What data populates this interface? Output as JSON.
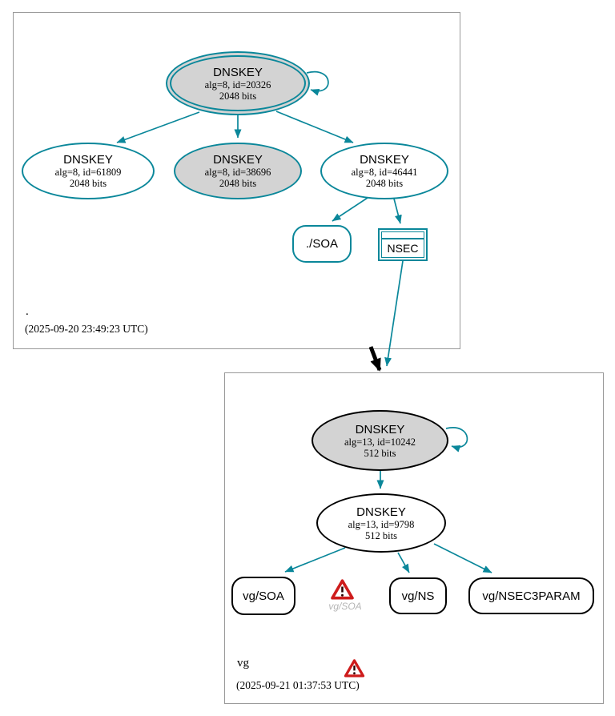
{
  "zones": {
    "root": {
      "label": ".",
      "timestamp": "(2025-09-20 23:49:23 UTC)",
      "nodes": {
        "ksk": {
          "type": "DNSKEY",
          "detail": "alg=8, id=20326",
          "size": "2048 bits"
        },
        "zsk_61809": {
          "type": "DNSKEY",
          "detail": "alg=8, id=61809",
          "size": "2048 bits"
        },
        "zsk_38696": {
          "type": "DNSKEY",
          "detail": "alg=8, id=38696",
          "size": "2048 bits"
        },
        "zsk_46441": {
          "type": "DNSKEY",
          "detail": "alg=8, id=46441",
          "size": "2048 bits"
        },
        "soa": {
          "label": "./SOA"
        },
        "nsec": {
          "label": "NSEC"
        }
      }
    },
    "vg": {
      "label": "vg",
      "timestamp": "(2025-09-21 01:37:53 UTC)",
      "nodes": {
        "ksk": {
          "type": "DNSKEY",
          "detail": "alg=13, id=10242",
          "size": "512 bits"
        },
        "zsk": {
          "type": "DNSKEY",
          "detail": "alg=13, id=9798",
          "size": "512 bits"
        },
        "soa": {
          "label": "vg/SOA"
        },
        "ns": {
          "label": "vg/NS"
        },
        "nsec3param": {
          "label": "vg/NSEC3PARAM"
        },
        "soa_warning_label": "vg/SOA"
      }
    }
  },
  "colors": {
    "secure_edge": "#0a879a",
    "insecure_edge": "#000000",
    "warning_red": "#ce1c1c",
    "node_fill_gray": "#d3d3d3",
    "cluster_border": "#999999"
  }
}
